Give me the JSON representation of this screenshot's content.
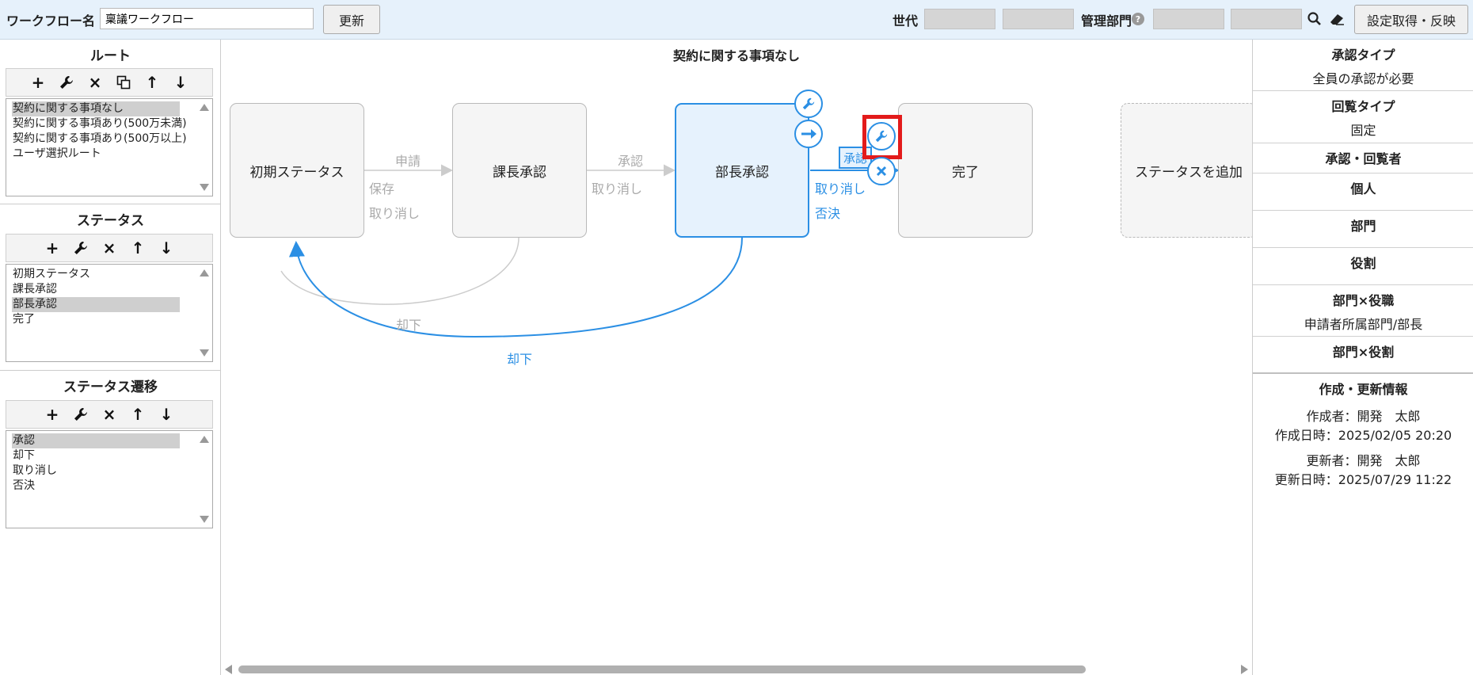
{
  "header": {
    "workflow_name_label": "ワークフロー名",
    "workflow_name_value": "稟議ワークフロー",
    "update_button": "更新",
    "generation_label": "世代",
    "dept_label": "管理部門",
    "help_glyph": "?",
    "search_icon": "search-icon",
    "eraser_icon": "eraser-icon",
    "apply_button": "設定取得・反映"
  },
  "routes": {
    "title": "ルート",
    "toolbar": [
      "+",
      "🔧",
      "×",
      "⧉",
      "↑",
      "↓"
    ],
    "items": [
      {
        "label": "契約に関する事項なし",
        "selected": true
      },
      {
        "label": "契約に関する事項あり(500万未満)",
        "selected": false
      },
      {
        "label": "契約に関する事項あり(500万以上)",
        "selected": false
      },
      {
        "label": "ユーザ選択ルート",
        "selected": false
      }
    ]
  },
  "statuses": {
    "title": "ステータス",
    "toolbar": [
      "+",
      "🔧",
      "×",
      "↑",
      "↓"
    ],
    "items": [
      {
        "label": "初期ステータス",
        "selected": false
      },
      {
        "label": "課長承認",
        "selected": false
      },
      {
        "label": "部長承認",
        "selected": true
      },
      {
        "label": "完了",
        "selected": false
      }
    ]
  },
  "transitions": {
    "title": "ステータス遷移",
    "toolbar": [
      "+",
      "🔧",
      "×",
      "↑",
      "↓"
    ],
    "items": [
      {
        "label": "承認",
        "selected": true
      },
      {
        "label": "却下",
        "selected": false
      },
      {
        "label": "取り消し",
        "selected": false
      },
      {
        "label": "否決",
        "selected": false
      }
    ]
  },
  "canvas": {
    "route_title": "契約に関する事項なし",
    "nodes": {
      "initial": "初期ステータス",
      "section_chief": "課長承認",
      "dept_head": "部長承認",
      "done": "完了",
      "add": "ステータスを追加"
    },
    "edges": {
      "apply": "申請",
      "save": "保存",
      "cancel1": "取り消し",
      "approve1": "承認",
      "cancel2": "取り消し",
      "approve2": "承認",
      "cancel3": "取り消し",
      "reject_vote": "否決",
      "reject_gray": "却下",
      "reject_blue": "却下"
    },
    "colors": {
      "accent": "#2b8fe4",
      "highlight": "#e31b1b",
      "inactive_edge": "#cccccc"
    }
  },
  "right_panel": {
    "approval_type_title": "承認タイプ",
    "approval_type_value": "全員の承認が必要",
    "circulation_type_title": "回覧タイプ",
    "circulation_type_value": "固定",
    "approvers_title": "承認・回覧者",
    "individual_title": "個人",
    "department_title": "部門",
    "role_title": "役割",
    "dept_position_title": "部門×役職",
    "dept_position_value": "申請者所属部門/部長",
    "dept_role_title": "部門×役割",
    "info_title": "作成・更新情報",
    "created_by": "作成者：開発　太郎",
    "created_at": "作成日時：2025/02/05 20:20",
    "updated_by": "更新者：開発　太郎",
    "updated_at": "更新日時：2025/07/29 11:22"
  }
}
